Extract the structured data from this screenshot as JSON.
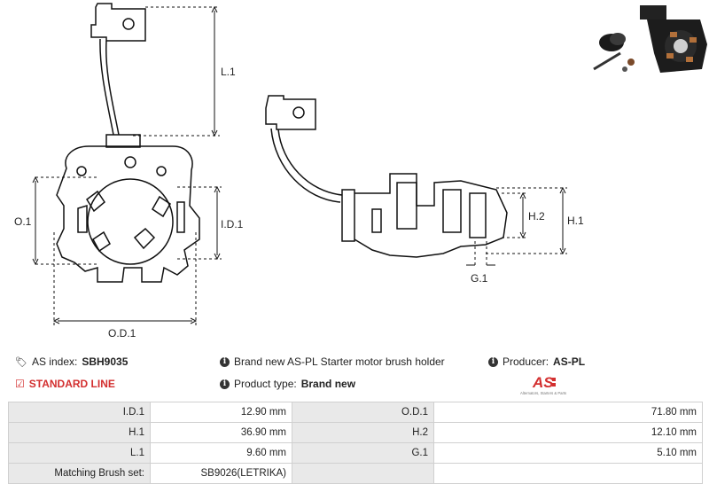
{
  "drawing": {
    "dim_labels": {
      "l1": "L.1",
      "o1": "O.1",
      "id1": "I.D.1",
      "od1": "O.D.1",
      "h1": "H.1",
      "h2": "H.2",
      "g1": "G.1"
    }
  },
  "info": {
    "as_index_label": "AS index:",
    "as_index_value": "SBH9035",
    "description": "Brand new AS-PL Starter motor brush holder",
    "producer_label": "Producer:",
    "producer_value": "AS-PL",
    "standard_line": "STANDARD LINE",
    "product_type_label": "Product type:",
    "product_type_value": "Brand new"
  },
  "logo": {
    "brand": "AS",
    "tagline": "Alternators, Starters & Parts",
    "color": "#d32f2f"
  },
  "specs": {
    "rows": [
      {
        "l1": "I.D.1",
        "v1": "12.90 mm",
        "l2": "O.D.1",
        "v2": "71.80 mm"
      },
      {
        "l1": "H.1",
        "v1": "36.90 mm",
        "l2": "H.2",
        "v2": "12.10 mm"
      },
      {
        "l1": "L.1",
        "v1": "9.60 mm",
        "l2": "G.1",
        "v2": "5.10 mm"
      },
      {
        "l1": "Matching Brush set:",
        "v1": "SB9026(LETRIKA)",
        "l2": "",
        "v2": ""
      }
    ]
  }
}
